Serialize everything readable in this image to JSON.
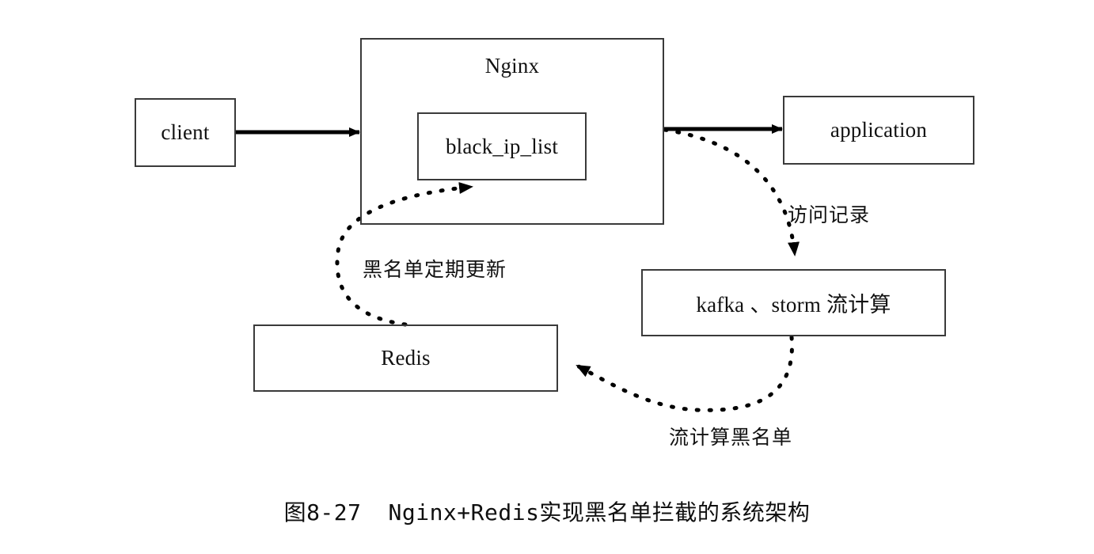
{
  "figure": {
    "caption_number": "图8-27",
    "caption_text": "Nginx+Redis实现黑名单拦截的系统架构",
    "caption_full": "图8-27　Nginx+Redis实现黑名单拦截的系统架构"
  },
  "colors": {
    "background": "#ffffff",
    "box_border": "#3a3a3a",
    "text": "#111111",
    "arrow_solid": "#000000",
    "arrow_dashed": "#000000"
  },
  "nodes": {
    "client": {
      "label": "client"
    },
    "nginx": {
      "label": "Nginx"
    },
    "black_ip_list": {
      "label": "black_ip_list"
    },
    "application": {
      "label": "application"
    },
    "kafka_storm": {
      "label": "kafka 、storm 流计算"
    },
    "redis": {
      "label": "Redis"
    }
  },
  "edges": {
    "client_to_nginx": {
      "label": "",
      "style": "solid",
      "direction": "right"
    },
    "nginx_to_application": {
      "label": "",
      "style": "solid",
      "direction": "right"
    },
    "nginx_to_kafka": {
      "label": "访问记录",
      "style": "dashed",
      "direction": "down"
    },
    "kafka_to_redis": {
      "label": "流计算黑名单",
      "style": "dashed",
      "direction": "left"
    },
    "redis_to_black_ip_list": {
      "label": "黑名单定期更新",
      "style": "dashed",
      "direction": "up-right"
    }
  }
}
